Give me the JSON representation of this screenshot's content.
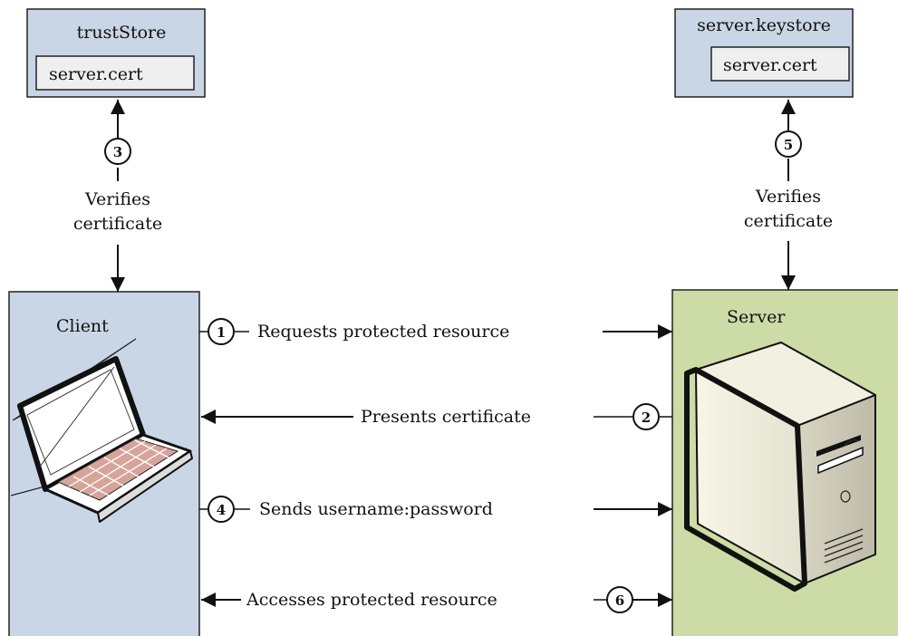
{
  "client": {
    "label": "Client",
    "fill": "#c9d6e6"
  },
  "server": {
    "label": "Server",
    "fill": "#cddba6"
  },
  "trust_store": {
    "title": "trustStore",
    "entry": "server.cert"
  },
  "server_keystore": {
    "title": "server.keystore",
    "entry": "server.cert"
  },
  "verify_client": {
    "step": "3",
    "line1": "Verifies",
    "line2": "certificate"
  },
  "verify_server": {
    "step": "5",
    "line1": "Verifies",
    "line2": "certificate"
  },
  "steps": [
    {
      "number": "1",
      "text": "Requests protected resource",
      "direction": "to-server"
    },
    {
      "number": "2",
      "text": "Presents certificate",
      "direction": "to-client"
    },
    {
      "number": "4",
      "text": "Sends username:password",
      "direction": "to-server"
    },
    {
      "number": "6",
      "text": "Accesses protected resource",
      "direction": "to-client"
    }
  ]
}
